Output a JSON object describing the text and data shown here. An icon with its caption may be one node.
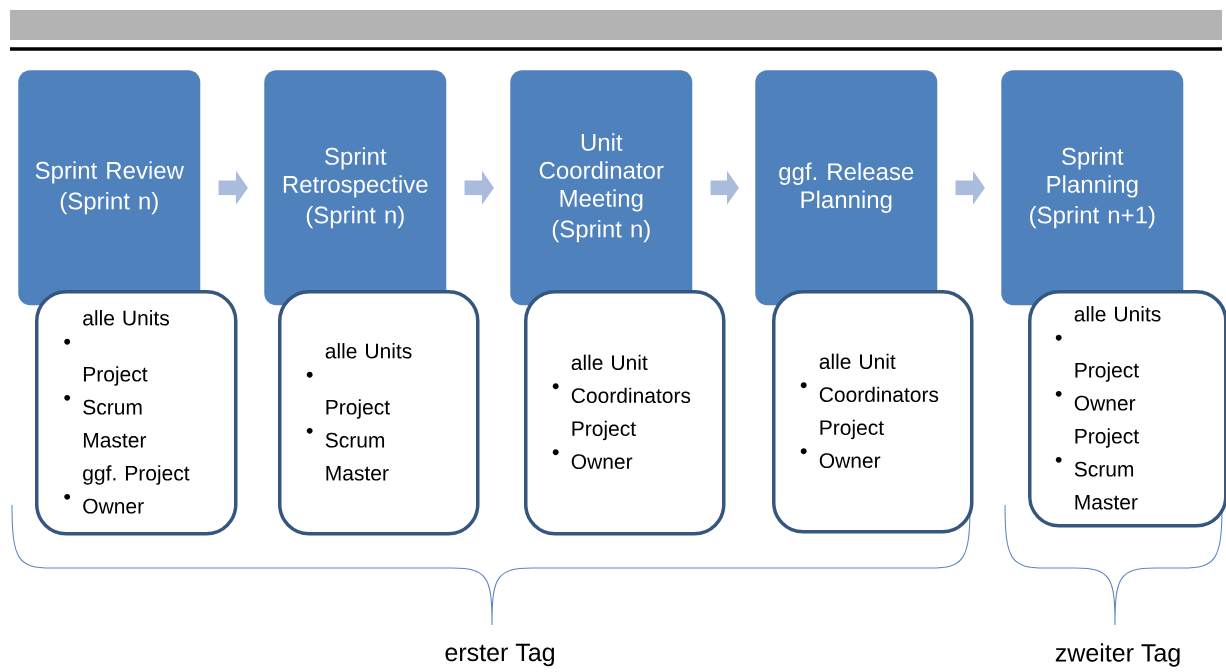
{
  "diagram": {
    "nodes": [
      {
        "text": [
          "Sprint Review",
          "(Sprint n)"
        ]
      },
      {
        "text": [
          "alle Units",
          "Project Scrum Master",
          "ggf. Project Owner"
        ]
      },
      {
        "text": [
          "Sprint Retrospective",
          "(Sprint n)"
        ]
      },
      {
        "text": [
          "alle Units",
          "Project Scrum Master"
        ]
      },
      {
        "text": [
          "Unit Coordinator Meeting",
          "(Sprint n)"
        ]
      },
      {
        "text": [
          "alle Unit Coordinators",
          "Project Owner"
        ]
      },
      {
        "text": [
          "ggf. Release Planning"
        ]
      },
      {
        "text": [
          "alle Unit Coordinators",
          "Project Owner"
        ]
      },
      {
        "text": [
          "Sprint Planning",
          "(Sprint n+1)"
        ]
      },
      {
        "text": [
          "alle Units",
          "Project Owner",
          "Project Scrum Master"
        ]
      }
    ],
    "edges": [
      {
        "from": 0,
        "to": 2,
        "arrow": "to"
      },
      {
        "from": 2,
        "to": 4,
        "arrow": "to"
      },
      {
        "from": 4,
        "to": 6,
        "arrow": "to"
      },
      {
        "from": 6,
        "to": 8,
        "arrow": "to"
      }
    ],
    "labels": [
      "erster Tag",
      "zweiter Tag"
    ]
  }
}
